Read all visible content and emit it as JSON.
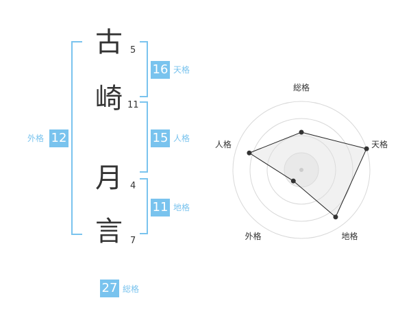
{
  "name": {
    "chars": [
      {
        "char": "古",
        "strokes": "5"
      },
      {
        "char": "崎",
        "strokes": "11"
      },
      {
        "char": "月",
        "strokes": "4"
      },
      {
        "char": "言",
        "strokes": "7"
      }
    ]
  },
  "fortune": {
    "tenkaku": {
      "value": "16",
      "label": "天格"
    },
    "jinkaku": {
      "value": "15",
      "label": "人格"
    },
    "chikaku": {
      "value": "11",
      "label": "地格"
    },
    "gaikaku": {
      "value": "12",
      "label": "外格"
    },
    "soukaku": {
      "value": "27",
      "label": "総格"
    }
  },
  "colors": {
    "accent": "#79c3ee",
    "text": "#333333",
    "radar_fill": "#f0f0f0"
  },
  "chart_data": {
    "type": "radar",
    "axes": [
      "総格",
      "天格",
      "地格",
      "外格",
      "人格"
    ],
    "values": [
      0.55,
      1.0,
      0.85,
      0.2,
      0.8
    ],
    "rings": 4,
    "range": [
      0,
      1
    ]
  }
}
